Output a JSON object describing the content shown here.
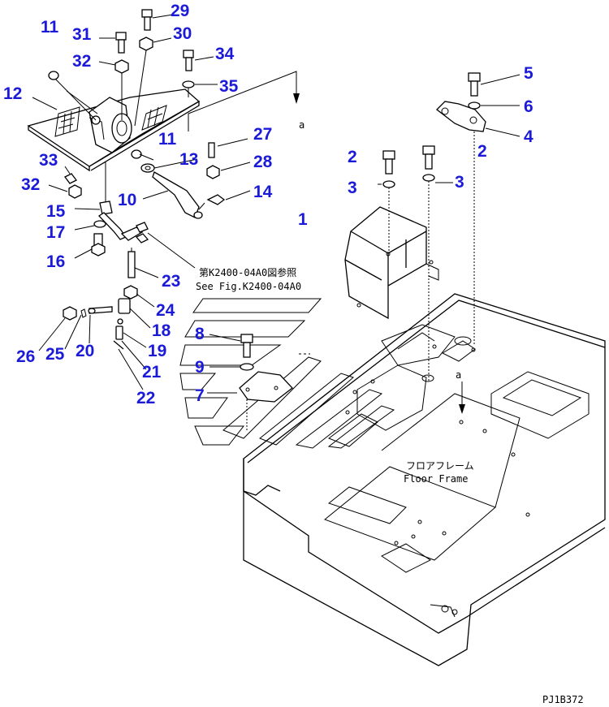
{
  "callouts": [
    {
      "id": "c1",
      "label": "1"
    },
    {
      "id": "c2a",
      "label": "2"
    },
    {
      "id": "c2b",
      "label": "2"
    },
    {
      "id": "c3a",
      "label": "3"
    },
    {
      "id": "c3b",
      "label": "3"
    },
    {
      "id": "c4",
      "label": "4"
    },
    {
      "id": "c5",
      "label": "5"
    },
    {
      "id": "c6",
      "label": "6"
    },
    {
      "id": "c7",
      "label": "7"
    },
    {
      "id": "c8",
      "label": "8"
    },
    {
      "id": "c9",
      "label": "9"
    },
    {
      "id": "c10",
      "label": "10"
    },
    {
      "id": "c11a",
      "label": "11"
    },
    {
      "id": "c11b",
      "label": "11"
    },
    {
      "id": "c12",
      "label": "12"
    },
    {
      "id": "c13",
      "label": "13"
    },
    {
      "id": "c14",
      "label": "14"
    },
    {
      "id": "c15",
      "label": "15"
    },
    {
      "id": "c16",
      "label": "16"
    },
    {
      "id": "c17",
      "label": "17"
    },
    {
      "id": "c18",
      "label": "18"
    },
    {
      "id": "c19",
      "label": "19"
    },
    {
      "id": "c20",
      "label": "20"
    },
    {
      "id": "c21",
      "label": "21"
    },
    {
      "id": "c22",
      "label": "22"
    },
    {
      "id": "c23",
      "label": "23"
    },
    {
      "id": "c24",
      "label": "24"
    },
    {
      "id": "c25",
      "label": "25"
    },
    {
      "id": "c26",
      "label": "26"
    },
    {
      "id": "c27",
      "label": "27"
    },
    {
      "id": "c28",
      "label": "28"
    },
    {
      "id": "c29",
      "label": "29"
    },
    {
      "id": "c30",
      "label": "30"
    },
    {
      "id": "c31",
      "label": "31"
    },
    {
      "id": "c32a",
      "label": "32"
    },
    {
      "id": "c32b",
      "label": "32"
    },
    {
      "id": "c33",
      "label": "33"
    },
    {
      "id": "c34",
      "label": "34"
    },
    {
      "id": "c35",
      "label": "35"
    }
  ],
  "view_marker": {
    "top": "a",
    "bottom": "a"
  },
  "reference_note": {
    "jp": "第K2400-04A0図参照",
    "en": "See Fig.K2400-04A0"
  },
  "floor_frame": {
    "jp": "フロアフレーム",
    "en": "Floor Frame"
  },
  "drawing_code": "PJ1B372",
  "colors": {
    "callout": "#1a1ad8",
    "line": "#000000"
  }
}
